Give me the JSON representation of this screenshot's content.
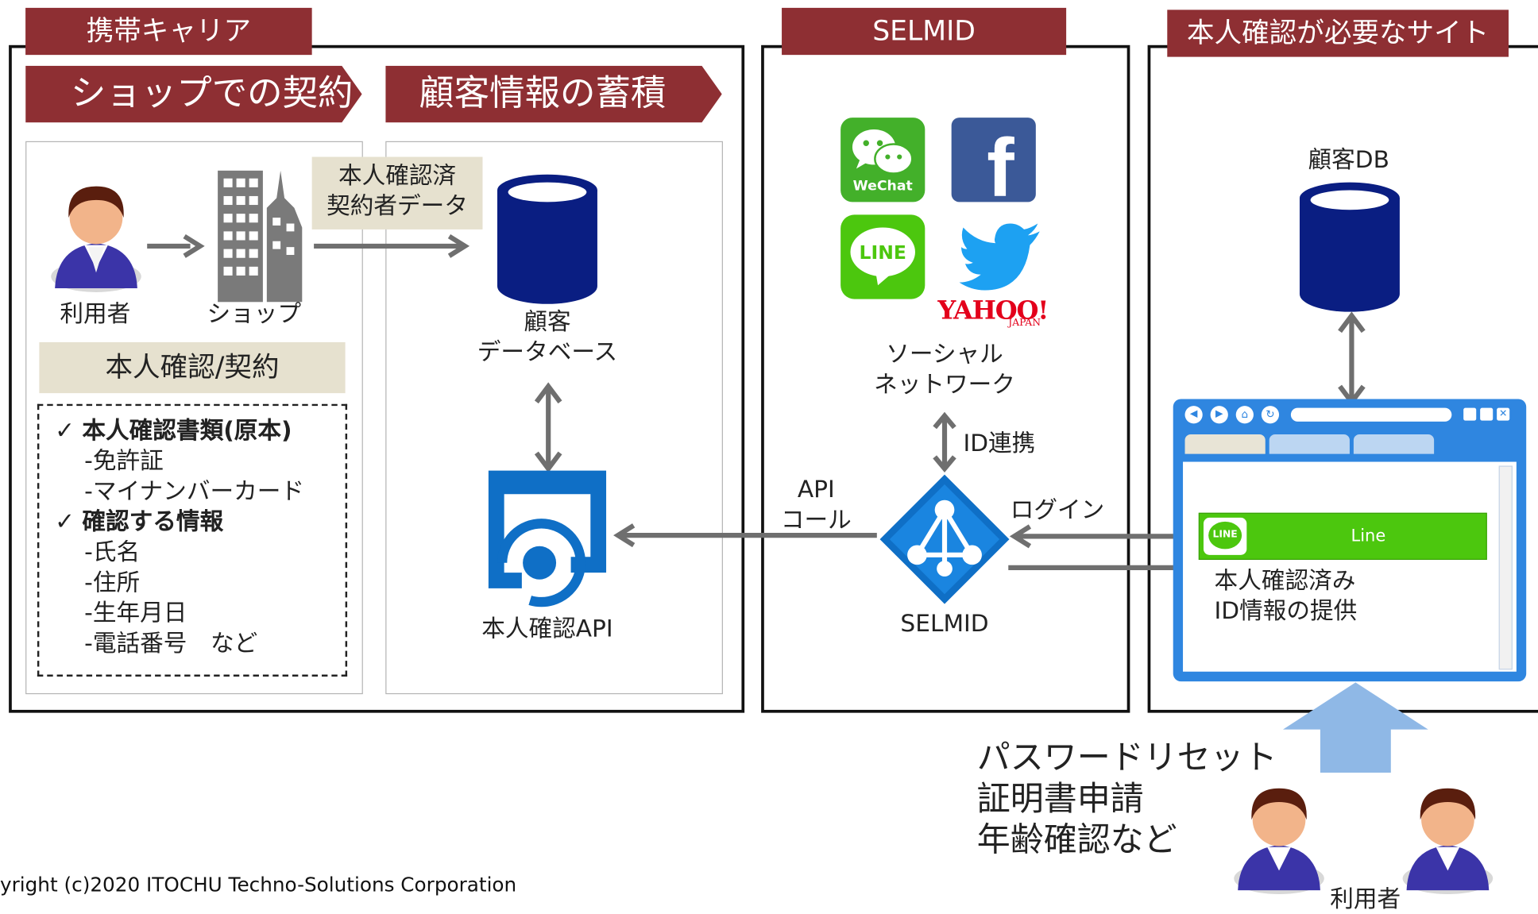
{
  "headers": {
    "carrier": "携帯キャリア",
    "selmid": "SELMID",
    "site": "本人確認が必要なサイト"
  },
  "chevrons": {
    "shop_contract": "ショップでの契約",
    "accumulate": "顧客情報の蓄積"
  },
  "left": {
    "user": "利用者",
    "shop": "ショップ",
    "transfer_line1": "本人確認済",
    "transfer_line2": "契約者データ",
    "id_contract": "本人確認/契約",
    "docs_title": "本人確認書類(原本)",
    "docs": [
      "-免許証",
      "-マイナンバーカード"
    ],
    "info_title": "確認する情報",
    "info": [
      "-氏名",
      "-住所",
      "-生年月日",
      "-電話番号　など"
    ],
    "check_mark": "✓"
  },
  "middle": {
    "db_line1": "顧客",
    "db_line2": "データベース",
    "api": "本人確認API"
  },
  "selmid": {
    "social_line1": "ソーシャル",
    "social_line2": "ネットワーク",
    "wechat": "WeChat",
    "line": "LINE",
    "yahoo": "YAHOO!",
    "yahoo_sub": "JAPAN",
    "id_link": "ID連携",
    "api_call_line1": "API",
    "api_call_line2": "コール",
    "login": "ログイン",
    "name": "SELMID"
  },
  "site": {
    "db": "顧客DB",
    "line_btn": "Line",
    "line_icon": "LINE",
    "provide_line1": "本人確認済み",
    "provide_line2": "ID情報の提供"
  },
  "bottom": {
    "uses": [
      "パスワードリセット",
      "証明書申請",
      "年齢確認など"
    ],
    "user": "利用者",
    "copyright": "yright (c)2020 ITOCHU Techno-Solutions Corporation"
  },
  "colors": {
    "header_red": "#8e2f33",
    "db_navy": "#0a1e82",
    "azure_blue": "#0f6fc6",
    "line_green": "#4cc70e",
    "browser_blue": "#2f86e0",
    "arrow_gray": "#6f6f6f",
    "up_arrow": "#8fb8e6"
  }
}
